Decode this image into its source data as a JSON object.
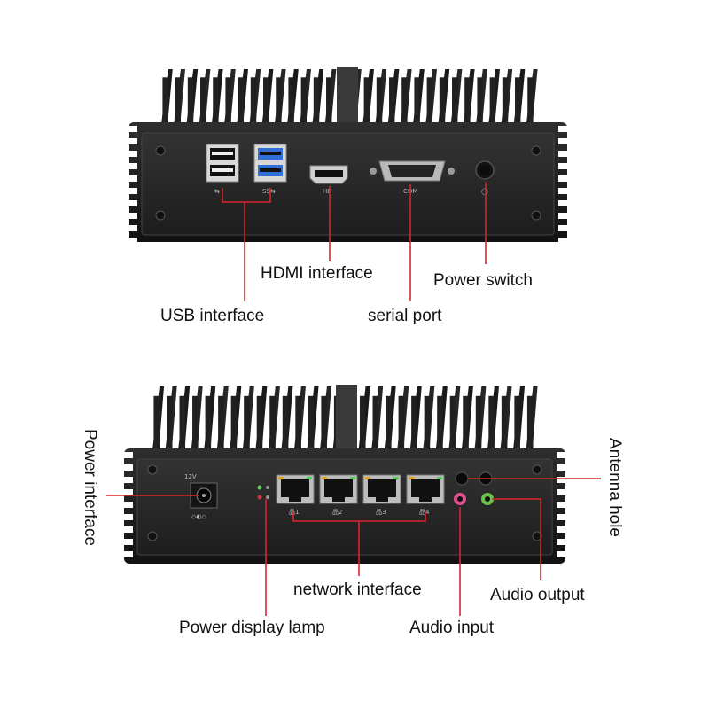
{
  "labels": {
    "usb": "USB interface",
    "hdmi": "HDMI interface",
    "serial": "serial port",
    "power_switch": "Power switch",
    "power_interface": "Power interface",
    "antenna": "Antenna hole",
    "network": "network interface",
    "audio_output": "Audio output",
    "audio_input": "Audio input",
    "power_lamp": "Power display lamp"
  },
  "port_marks": {
    "voltage": "12V"
  },
  "colors": {
    "callout_line": "#d9242b",
    "chassis": "#1c1c1c",
    "panel": "#2a2a2a",
    "usb3_blue": "#2f6fd6",
    "audio_pink": "#e0508a",
    "audio_green": "#6cc24a"
  }
}
